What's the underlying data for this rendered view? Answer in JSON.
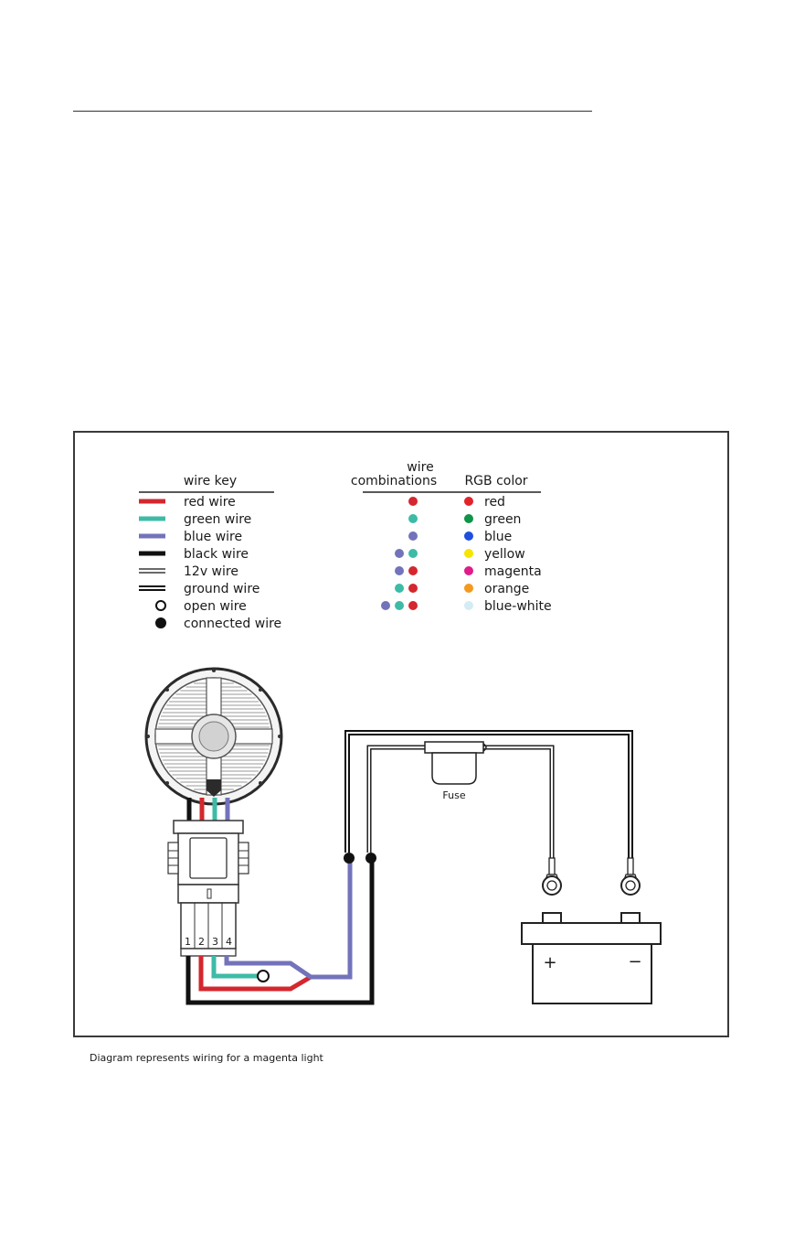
{
  "wire_key": {
    "heading": "wire key",
    "items": [
      {
        "label": "red wire",
        "symbol": "red-line",
        "color": "#d4272e"
      },
      {
        "label": "green wire",
        "symbol": "green-line",
        "color": "#3dbba6"
      },
      {
        "label": "blue wire",
        "symbol": "blue-line",
        "color": "#7373bb"
      },
      {
        "label": "black wire",
        "symbol": "black-line",
        "color": "#111111"
      },
      {
        "label": "12v wire",
        "symbol": "double-thin-line",
        "color": "#111111"
      },
      {
        "label": "ground wire",
        "symbol": "double-thick-line",
        "color": "#111111"
      },
      {
        "label": "open wire",
        "symbol": "open-circle",
        "color": "#111111"
      },
      {
        "label": "connected wire",
        "symbol": "filled-circle",
        "color": "#111111"
      }
    ]
  },
  "combinations": {
    "heading_line1": "wire",
    "heading_line2": "combinations",
    "rgb_heading": "RGB color",
    "rows": [
      {
        "wires": [
          "red"
        ],
        "rgb": "red",
        "rgb_dot": "#e3232b"
      },
      {
        "wires": [
          "green"
        ],
        "rgb": "green",
        "rgb_dot": "#0f9448"
      },
      {
        "wires": [
          "blue"
        ],
        "rgb": "blue",
        "rgb_dot": "#1f4fe0"
      },
      {
        "wires": [
          "blue",
          "green"
        ],
        "rgb": "yellow",
        "rgb_dot": "#f5e500"
      },
      {
        "wires": [
          "blue",
          "red"
        ],
        "rgb": "magenta",
        "rgb_dot": "#e11b8a"
      },
      {
        "wires": [
          "green",
          "red"
        ],
        "rgb": "orange",
        "rgb_dot": "#f39a1f"
      },
      {
        "wires": [
          "blue",
          "green",
          "red"
        ],
        "rgb": "blue-white",
        "rgb_dot": "#d4ecf2"
      }
    ]
  },
  "wire_colors": {
    "red": "#d4272e",
    "green": "#3dbba6",
    "blue": "#7373bb",
    "black": "#111111"
  },
  "connector_pins": [
    "1",
    "2",
    "3",
    "4"
  ],
  "fuse_label": "Fuse",
  "battery_terminals": {
    "positive": "+",
    "negative": "−"
  },
  "caption": "Diagram represents wiring for a magenta light"
}
